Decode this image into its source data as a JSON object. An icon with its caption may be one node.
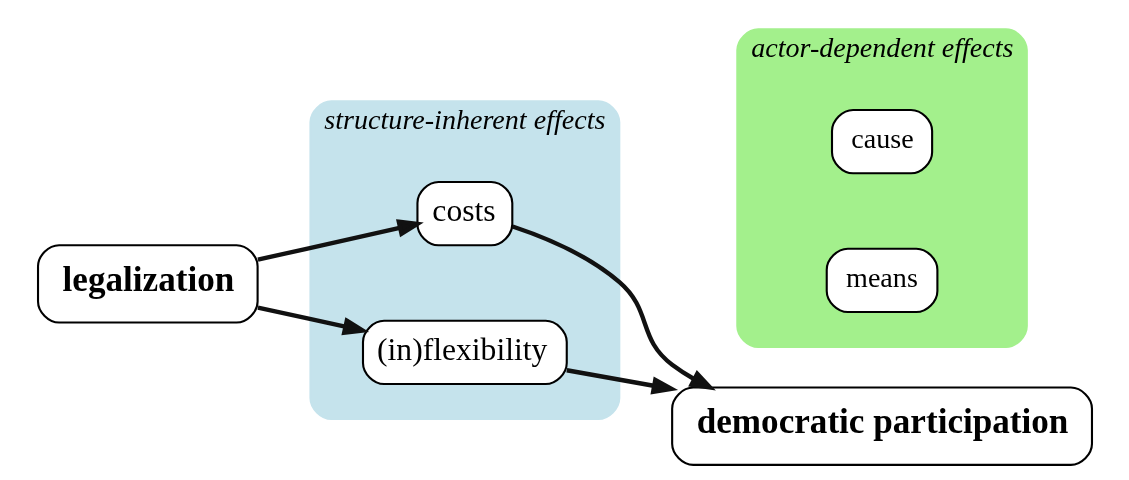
{
  "diagram": {
    "nodes": [
      {
        "text": [
          "legalization"
        ]
      },
      {
        "text": [
          "structure-inherent effects"
        ]
      },
      {
        "text": [
          "costs"
        ],
        "in": 1
      },
      {
        "text": [
          "(in)flexibility"
        ],
        "in": 1
      },
      {
        "text": [
          "actor-dependent effects"
        ]
      },
      {
        "text": [
          "cause"
        ],
        "in": 4
      },
      {
        "text": [
          "means"
        ],
        "in": 4
      },
      {
        "text": [
          "democratic participation"
        ]
      }
    ],
    "edges": [
      {
        "from": 0,
        "to": 2,
        "arrow": "to"
      },
      {
        "from": 0,
        "to": 3,
        "arrow": "to"
      },
      {
        "from": 2,
        "to": 7,
        "arrow": "to"
      },
      {
        "from": 3,
        "to": 7,
        "arrow": "to"
      }
    ]
  }
}
